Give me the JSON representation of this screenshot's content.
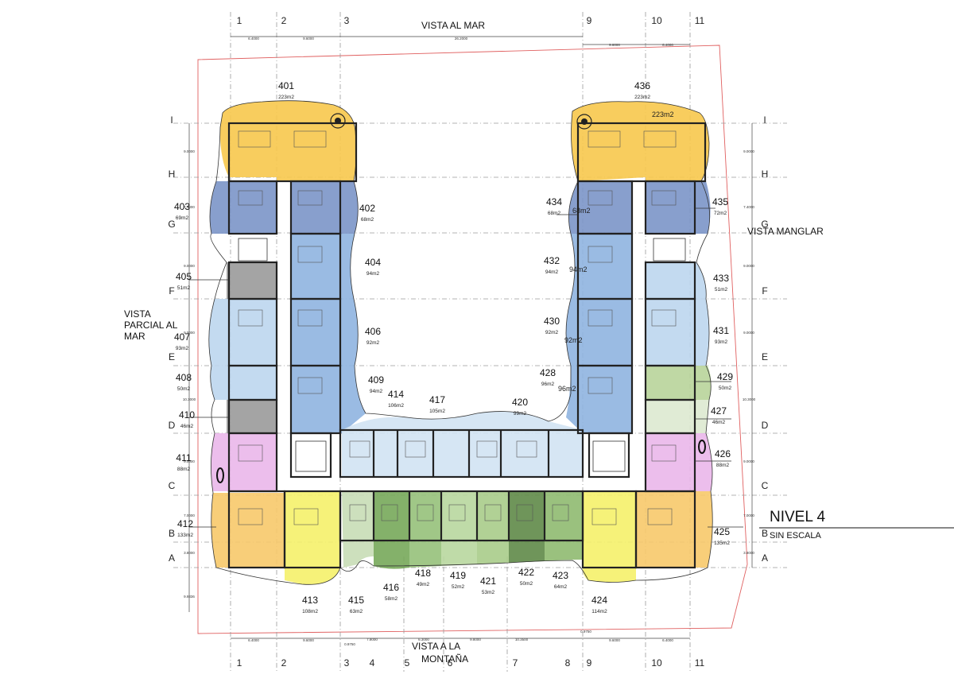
{
  "title": {
    "level": "NIVEL 4",
    "scale": "SIN ESCALA"
  },
  "views": {
    "sea": "VISTA AL MAR",
    "mountain_1": "VISTA A LA",
    "mountain_2": "MONTAÑA",
    "partial_1": "VISTA",
    "partial_2": "PARCIAL AL",
    "partial_3": "MAR",
    "mangrove": "VISTA MANGLAR"
  },
  "axes": {
    "top_columns": [
      "1",
      "2",
      "3",
      "9",
      "10",
      "11"
    ],
    "bottom_columns": [
      "1",
      "2",
      "3",
      "4",
      "5",
      "6",
      "7",
      "8",
      "9",
      "10",
      "11"
    ],
    "rows": [
      "I",
      "H",
      "G",
      "F",
      "E",
      "D",
      "C",
      "B",
      "A"
    ]
  },
  "dimensions": {
    "top": [
      "6.4000",
      "9.6000",
      "26.2000",
      "9.6000",
      "6.4000"
    ],
    "bottom": [
      "6.4000",
      "9.6000",
      "0.9750",
      "7.8000",
      "6.3000",
      "9.8000",
      "10.3500",
      "0.9750",
      "9.6000",
      "6.4000"
    ],
    "left": [
      "9.0000",
      "7.4000",
      "9.0000",
      "9.0000",
      "10.3000",
      "9.0000",
      "7.0000",
      "3.8000",
      "9.9336"
    ],
    "right": [
      "9.0000",
      "7.4000",
      "9.0000",
      "9.0000",
      "10.3000",
      "9.0000",
      "7.0000",
      "3.8000"
    ]
  },
  "units": [
    {
      "id": "401",
      "area": "223m2",
      "color": "#f7c84c"
    },
    {
      "id": "402",
      "area": "68m2",
      "color": "#7b95c8"
    },
    {
      "id": "403",
      "area": "69m2",
      "color": "#7b95c8"
    },
    {
      "id": "404",
      "area": "94m2",
      "color": "#8fb4e0"
    },
    {
      "id": "405",
      "area": "51m2",
      "color": "#9a9a9a"
    },
    {
      "id": "406",
      "area": "92m2",
      "color": "#8fb4e0"
    },
    {
      "id": "407",
      "area": "93m2",
      "color": "#bcd6ee"
    },
    {
      "id": "408",
      "area": "50m2",
      "color": "#bcd6ee"
    },
    {
      "id": "409",
      "area": "94m2",
      "color": "#8fb4e0"
    },
    {
      "id": "410",
      "area": "46m2",
      "color": "#9a9a9a"
    },
    {
      "id": "411",
      "area": "88m2",
      "color": "#eab7ea"
    },
    {
      "id": "412",
      "area": "133m2",
      "color": "#f7c96a"
    },
    {
      "id": "413",
      "area": "108m2",
      "color": "#f5f16a"
    },
    {
      "id": "414",
      "area": "106m2",
      "color": "#d2e3f3"
    },
    {
      "id": "415",
      "area": "63m2",
      "color": "#c8ddb6"
    },
    {
      "id": "416",
      "area": "58m2",
      "color": "#77a85a"
    },
    {
      "id": "417",
      "area": "105m2",
      "color": "#d2e3f3"
    },
    {
      "id": "418",
      "area": "49m2",
      "color": "#96c17a"
    },
    {
      "id": "419",
      "area": "52m2",
      "color": "#b8d79e"
    },
    {
      "id": "420",
      "area": "99m2",
      "color": "#d2e3f3"
    },
    {
      "id": "421",
      "area": "53m2",
      "color": "#a8cc8a"
    },
    {
      "id": "422",
      "area": "50m2",
      "color": "#5f8a48"
    },
    {
      "id": "423",
      "area": "64m2",
      "color": "#8fba70"
    },
    {
      "id": "424",
      "area": "114m2",
      "color": "#f5f16a"
    },
    {
      "id": "425",
      "area": "135m2",
      "color": "#f7c96a"
    },
    {
      "id": "426",
      "area": "88m2",
      "color": "#eab7ea"
    },
    {
      "id": "427",
      "area": "46m2",
      "color": "#dde9d0"
    },
    {
      "id": "428",
      "area": "96m2",
      "color": "#8fb4e0"
    },
    {
      "id": "429",
      "area": "50m2",
      "color": "#b8d49a"
    },
    {
      "id": "430",
      "area": "92m2",
      "color": "#8fb4e0"
    },
    {
      "id": "431",
      "area": "93m2",
      "color": "#bcd6ee"
    },
    {
      "id": "432",
      "area": "94m2",
      "color": "#8fb4e0"
    },
    {
      "id": "433",
      "area": "51m2",
      "color": "#bcd6ee"
    },
    {
      "id": "434",
      "area": "68m2",
      "color": "#7b95c8"
    },
    {
      "id": "435",
      "area": "72m2",
      "color": "#7b95c8"
    },
    {
      "id": "436",
      "area": "223m2",
      "color": "#f7c84c"
    }
  ],
  "callouts": {
    "a223": "223m2",
    "a68": "68m2",
    "a94": "94m2",
    "a92": "92m2",
    "a96": "96m2"
  },
  "colors": {
    "outline_red": "#e06060",
    "walls": "#222222"
  }
}
